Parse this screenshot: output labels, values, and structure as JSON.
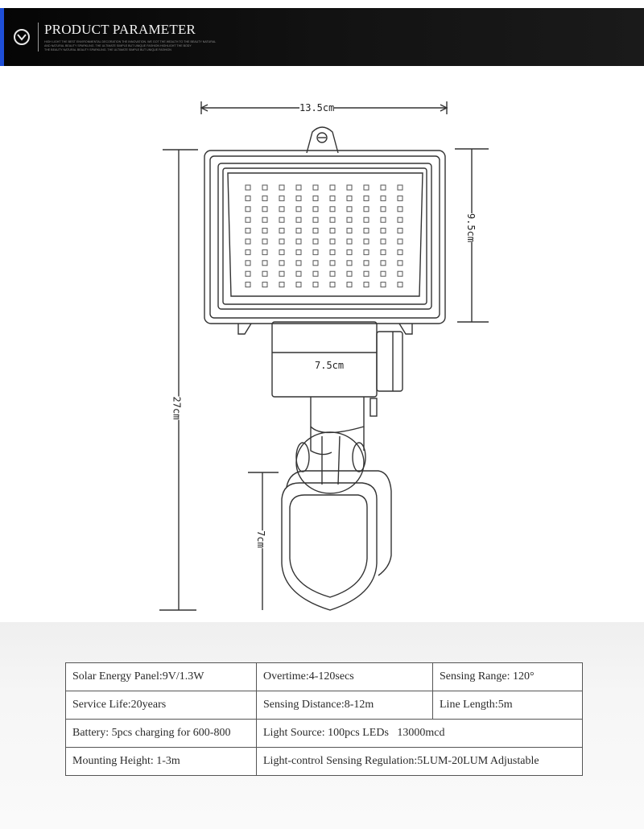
{
  "banner": {
    "title": "PRODUCT PARAMETER",
    "subtitle_lines": [
      "HIGH LIGHT THE BEST ENVIRONMENTAL DECORATION THE INNOVATION. WE GOT THE WEALTH TO THE BEAUTY NATURAL",
      "AND NATURAL BEAUTY SPARKLING. THE ULTIMATE SIMPLE BUT UNIQUE FASHION HIGHLIGHT THE BODY",
      "THE BEAUTY NATURAL BEAUTY SPARKLING. THE ULTIMATE SIMPLE BUT UNIQUE FASHION"
    ],
    "icon": "chevron-down-circle-icon",
    "accent_color": "#1e4fd8"
  },
  "dimensions": {
    "width_top": "13.5cm",
    "panel_height": "9.5cm",
    "mount_width": "7.5cm",
    "total_height": "27cm",
    "sensor_height": "7cm"
  },
  "specs": {
    "rows": [
      [
        "Solar Energy Panel:9V/1.3W",
        "Overtime:4-120secs",
        "Sensing Range: 120°"
      ],
      [
        "Service Life:20years",
        "Sensing Distance:8-12m",
        "Line Length:5m"
      ],
      [
        "Battery: 5pcs charging for 600-800",
        "Light Source: 100pcs LEDs   13000mcd"
      ],
      [
        "Mounting Height: 1-3m",
        "Light-control Sensing Regulation:5LUM-20LUM Adjustable"
      ]
    ]
  }
}
